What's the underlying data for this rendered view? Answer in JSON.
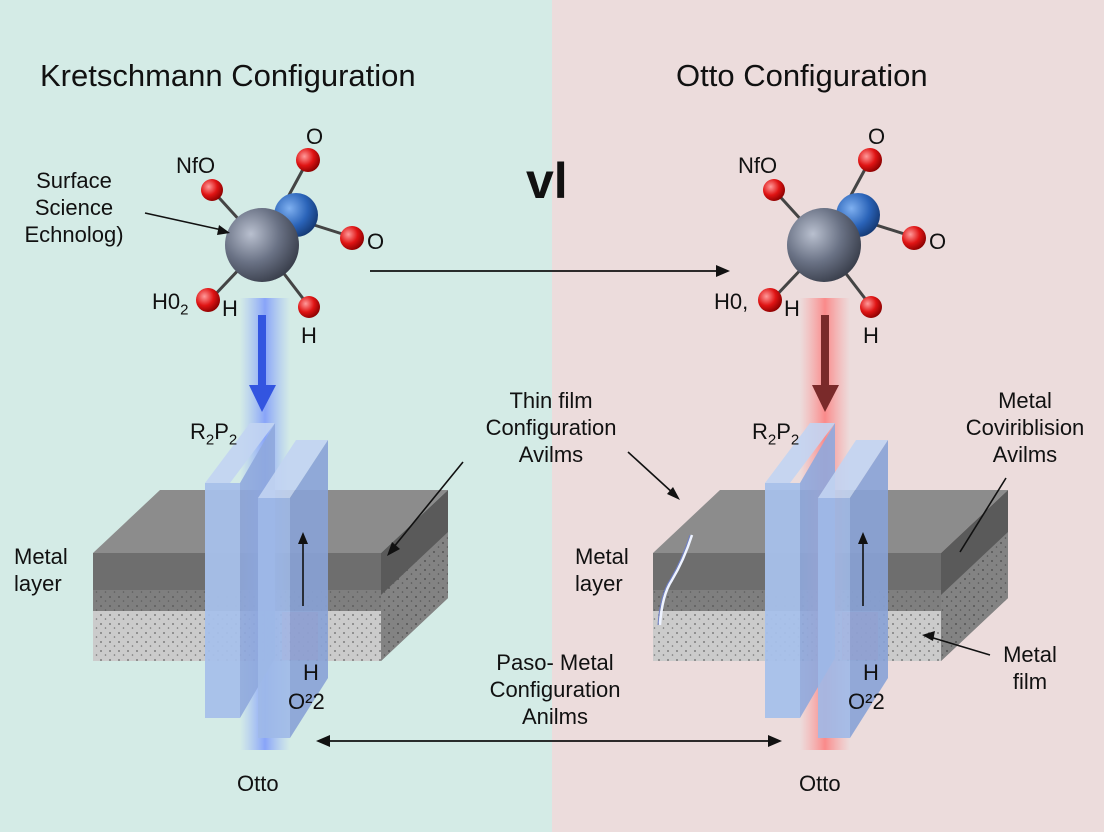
{
  "colors": {
    "left_bg": "#d4ebe6",
    "right_bg": "#ecdcdc",
    "atom_metal": "#6a7285",
    "atom_blue": "#2a63b8",
    "atom_oxygen": "#e01414",
    "beam_blue": "#3355e0",
    "beam_red": "#7a2a2a",
    "prism": "#a7c0ea",
    "metal_dark": "#6f6f6f",
    "metal_substrate": "#cfcfcf"
  },
  "center_mark": "vl",
  "left": {
    "title": "Kretschmann Configuration",
    "surface_label": [
      "Surface",
      "Science",
      "Echnolog)"
    ],
    "molecule": {
      "top_o": "O",
      "nfo": "NfO",
      "right_o": "O",
      "h02": "H0",
      "h02_sub": "2",
      "h_left": "H",
      "h_bottom": "H"
    },
    "prism_label": "R",
    "prism_label_sub1": "2",
    "prism_label_mid": "P",
    "prism_label_sub2": "2",
    "metal_layer": [
      "Metal",
      "layer"
    ],
    "h_label": "H",
    "o2_label": "O²2",
    "bottom_label": "Otto"
  },
  "right": {
    "title": "Otto Configuration",
    "molecule": {
      "top_o": "O",
      "nfo": "NfO",
      "right_o": "O",
      "h02": "H0,",
      "h_left": "H",
      "h_bottom": "H"
    },
    "prism_label": "R",
    "prism_label_sub1": "2",
    "prism_label_mid": "P",
    "prism_label_sub2": "2",
    "metal_config": [
      "Metal",
      "Coviriblision",
      "Avilms"
    ],
    "metal_layer": [
      "Metal",
      "layer"
    ],
    "metal_film": [
      "Metal",
      "film"
    ],
    "h_label": "H",
    "o2_label": "O²2",
    "bottom_label": "Otto"
  },
  "thin_film": [
    "Thin film",
    "Configuration",
    "Avilms"
  ],
  "paso_metal": [
    "Paso- Metal",
    "Configuration",
    "Anilms"
  ]
}
